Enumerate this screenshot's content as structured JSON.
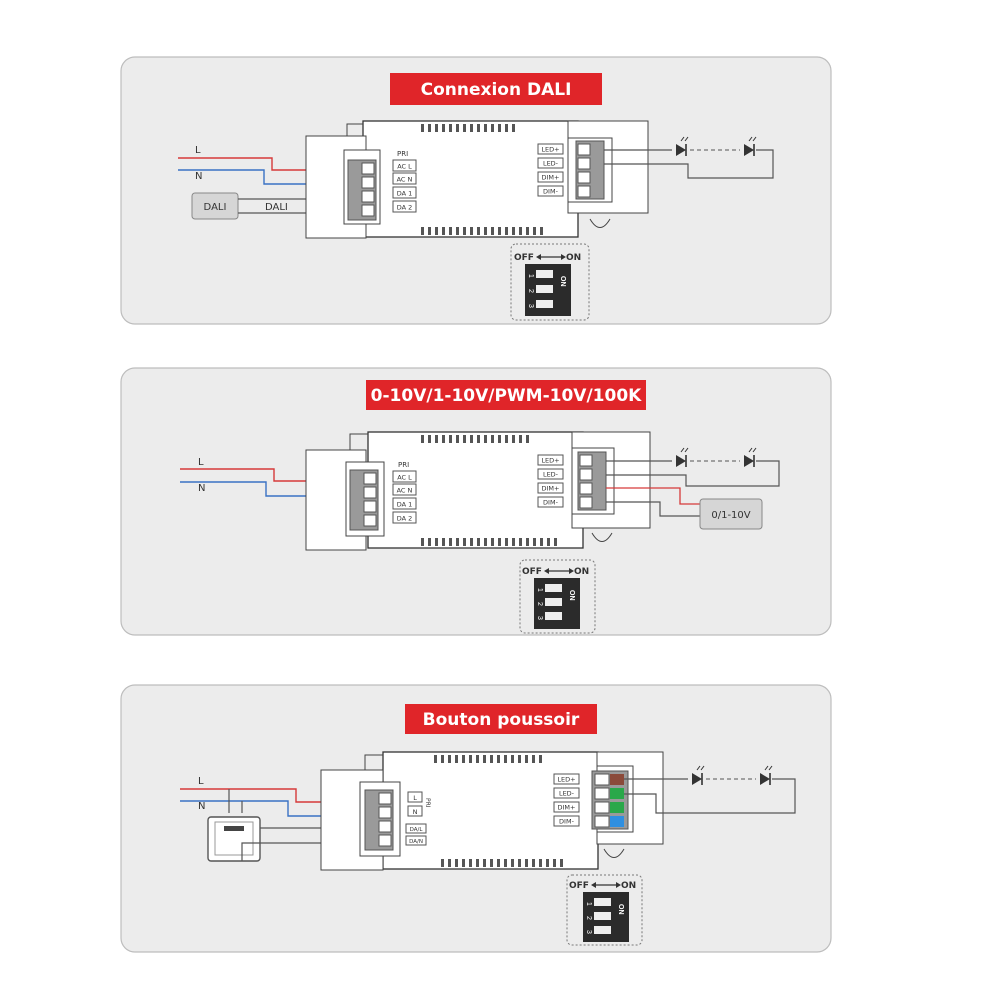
{
  "colors": {
    "panel_bg": "#ececec",
    "panel_border": "#bdbdbd",
    "title_bg": "#e02529",
    "title_text": "#ffffff",
    "live_wire": "#d63a3a",
    "neutral_wire": "#3a72c4",
    "line": "#555555",
    "terminal_brown": "#8b4a3a",
    "terminal_green": "#2aa84a",
    "terminal_blue": "#2f8fe0"
  },
  "panels": [
    {
      "id": "dali",
      "title": "Connexion DALI",
      "input_labels": {
        "live": "L",
        "neutral": "N"
      },
      "pri_label": "PRI",
      "input_terminals": [
        "AC L",
        "AC N",
        "DA 1",
        "DA 2"
      ],
      "output_terminals": [
        "LED+",
        "LED-",
        "DIM+",
        "DIM-"
      ],
      "device_box": "DALI",
      "device_wire_label": "DALI",
      "dip": {
        "off": "OFF",
        "on": "ON",
        "switches": [
          "1",
          "2",
          "3"
        ],
        "side_label": "ON"
      }
    },
    {
      "id": "analog",
      "title": "0-10V/1-10V/PWM-10V/100K",
      "input_labels": {
        "live": "L",
        "neutral": "N"
      },
      "pri_label": "PRI",
      "input_terminals": [
        "AC L",
        "AC N",
        "DA 1",
        "DA 2"
      ],
      "output_terminals": [
        "LED+",
        "LED-",
        "DIM+",
        "DIM-"
      ],
      "device_box": "0/1-10V",
      "dip": {
        "off": "OFF",
        "on": "ON",
        "switches": [
          "1",
          "2",
          "3"
        ],
        "side_label": "ON"
      }
    },
    {
      "id": "push",
      "title": "Bouton poussoir",
      "input_labels": {
        "live": "L",
        "neutral": "N"
      },
      "pri_label": "PRI",
      "input_terminals": [
        "L",
        "N",
        "DA/L",
        "DA/N"
      ],
      "output_terminals": [
        "LED+",
        "LED-",
        "DIM+",
        "DIM-"
      ],
      "dip": {
        "off": "OFF",
        "on": "ON",
        "switches": [
          "1",
          "2",
          "3"
        ],
        "side_label": "ON"
      }
    }
  ]
}
